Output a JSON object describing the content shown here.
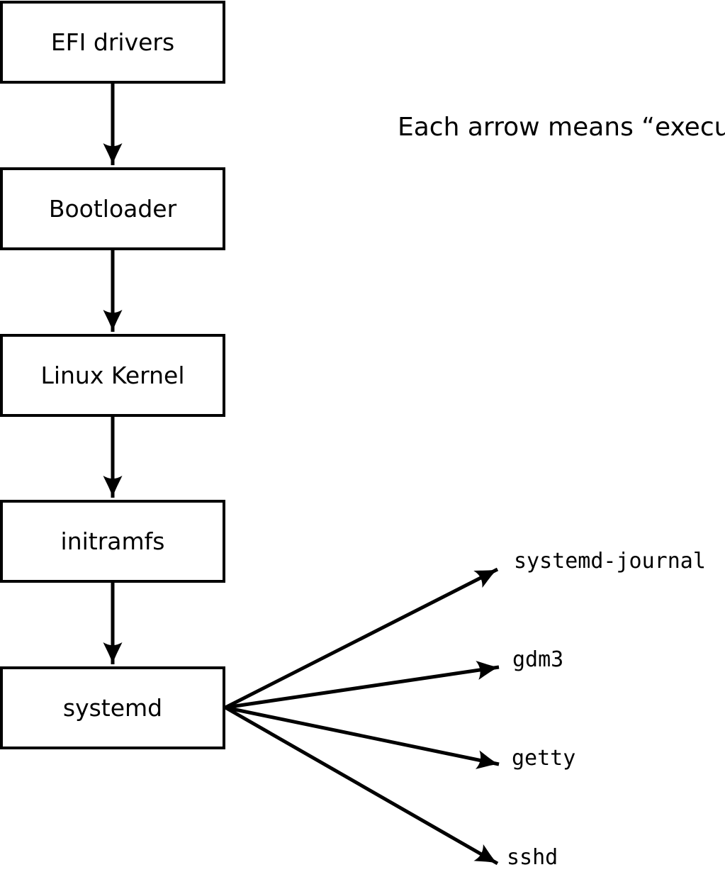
{
  "diagram": {
    "annotation": "Each arrow means “executes”.",
    "arrow_meaning": "executes",
    "boot_chain": [
      {
        "id": "efi-drivers",
        "label": "EFI drivers"
      },
      {
        "id": "bootloader",
        "label": "Bootloader"
      },
      {
        "id": "linux-kernel",
        "label": "Linux Kernel"
      },
      {
        "id": "initramfs",
        "label": "initramfs"
      },
      {
        "id": "systemd",
        "label": "systemd"
      }
    ],
    "spawned_processes": [
      {
        "id": "systemd-journal",
        "label": "systemd-journal"
      },
      {
        "id": "gdm3",
        "label": "gdm3"
      },
      {
        "id": "getty",
        "label": "getty"
      },
      {
        "id": "sshd",
        "label": "sshd"
      }
    ],
    "colors": {
      "background": "#ffffff",
      "line": "#000000",
      "text": "#000000",
      "box_fill": "#ffffff"
    }
  }
}
